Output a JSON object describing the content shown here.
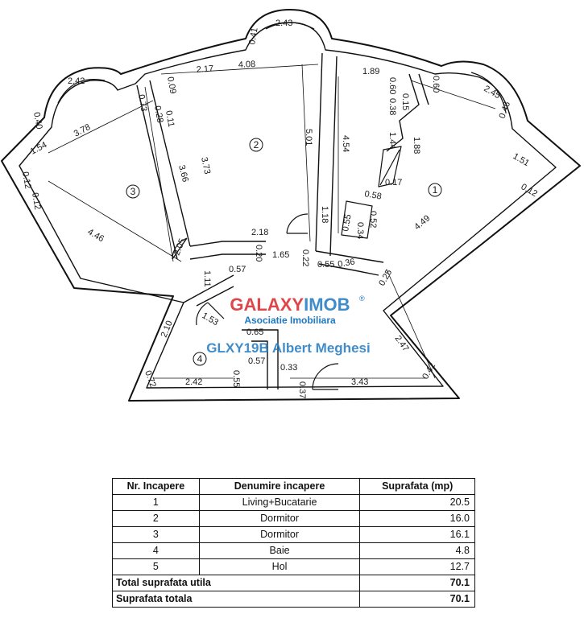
{
  "plan": {
    "room_numbers": [
      "1",
      "2",
      "3",
      "4"
    ],
    "dimensions": [
      "2.42",
      "0.73",
      "0.40",
      "3.78",
      "1.54",
      "0.12",
      "0.12",
      "4.46",
      "0.28",
      "0.11",
      "3.66",
      "2.05",
      "1.11",
      "0.57",
      "2.17",
      "0.41",
      "2.43",
      "4.08",
      "0.09",
      "3.73",
      "2.18",
      "5.01",
      "0.20",
      "1.65",
      "0.22",
      "4.54",
      "0.55",
      "0.36",
      "1.89",
      "0.60",
      "0.15",
      "0.38",
      "0.60",
      "1.44",
      "1.88",
      "0.17",
      "0.58",
      "1.18",
      "0.52",
      "0.34",
      "0.55",
      "2.45",
      "0.46",
      "1.51",
      "0.12",
      "4.49",
      "0.25",
      "2.47",
      "0.42",
      "2.10",
      "1.53",
      "0.72",
      "2.42",
      "0.55",
      "0.57",
      "0.33",
      "0.37",
      "3.43",
      "0.65"
    ],
    "watermark": {
      "brand": "GALAXYIMOB",
      "brand_colors": [
        "#d9262a",
        "#1f78c1"
      ],
      "registered": "®",
      "subtitle": "Asociatie Imobiliara",
      "listing": "GLXY19B Albert Meghesi"
    }
  },
  "table": {
    "headers": [
      "Nr. Incapere",
      "Denumire incapere",
      "Suprafata (mp)"
    ],
    "rows": [
      {
        "nr": "1",
        "name": "Living+Bucatarie",
        "area": "20.5"
      },
      {
        "nr": "2",
        "name": "Dormitor",
        "area": "16.0"
      },
      {
        "nr": "3",
        "name": "Dormitor",
        "area": "16.1"
      },
      {
        "nr": "4",
        "name": "Baie",
        "area": "4.8"
      },
      {
        "nr": "5",
        "name": "Hol",
        "area": "12.7"
      }
    ],
    "totals": [
      {
        "label": "Total suprafata utila",
        "value": "70.1"
      },
      {
        "label": "Suprafata totala",
        "value": "70.1"
      }
    ]
  }
}
